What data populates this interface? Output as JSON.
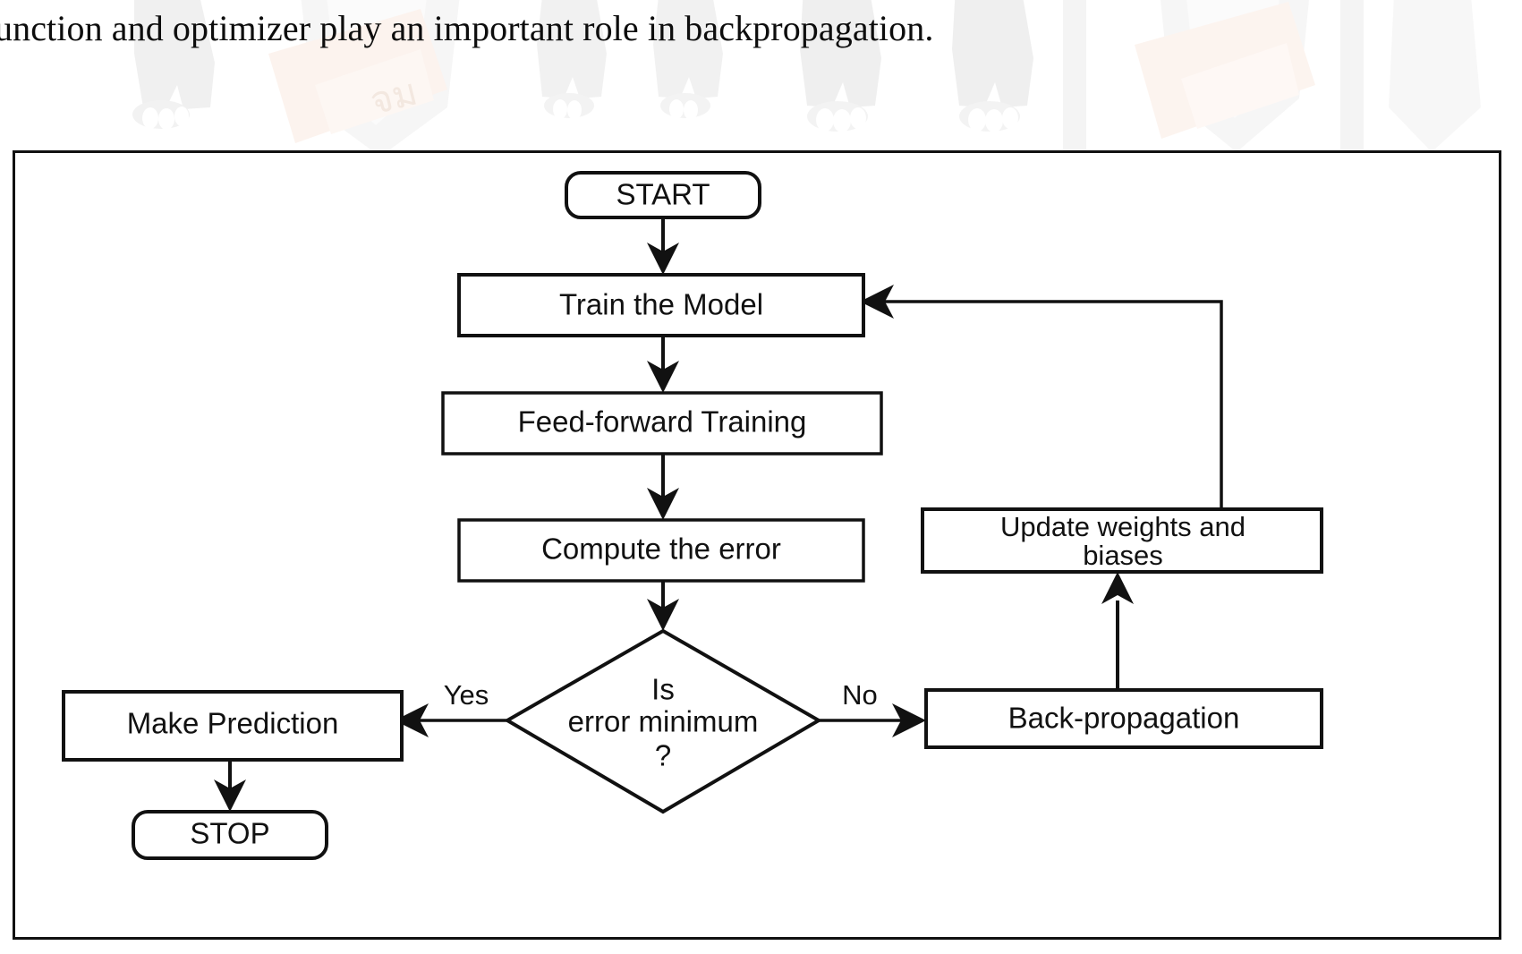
{
  "page": {
    "caption": "unction and optimizer play an important role in backpropagation."
  },
  "figure": {
    "title": "backpropagation-training-flowchart",
    "nodes": {
      "start": {
        "label": "START",
        "shape": "rounded-terminator"
      },
      "train": {
        "label": "Train the Model",
        "shape": "process"
      },
      "feedforward": {
        "label": "Feed-forward Training",
        "shape": "process"
      },
      "compute_error": {
        "label": "Compute the error",
        "shape": "process"
      },
      "decision_line1": "Is",
      "decision_line2": "error minimum",
      "decision_line3": "?",
      "make_prediction": {
        "label": "Make Prediction",
        "shape": "process"
      },
      "stop": {
        "label": "STOP",
        "shape": "rounded-terminator"
      },
      "backprop": {
        "label": "Back-propagation",
        "shape": "process"
      },
      "update_line1": "Update weights and",
      "update_line2": "biases"
    },
    "edge_labels": {
      "yes": "Yes",
      "no": "No"
    },
    "colors": {
      "stroke": "#111111",
      "fill": "#ffffff",
      "text": "#111111"
    }
  },
  "chart_data": {
    "type": "diagram",
    "title": "Backpropagation training flowchart",
    "nodes": [
      {
        "id": "start",
        "label": "START",
        "shape": "terminator"
      },
      {
        "id": "train",
        "label": "Train the Model",
        "shape": "process"
      },
      {
        "id": "feedforward",
        "label": "Feed-forward Training",
        "shape": "process"
      },
      {
        "id": "compute_error",
        "label": "Compute the error",
        "shape": "process"
      },
      {
        "id": "decision",
        "label": "Is error minimum ?",
        "shape": "decision"
      },
      {
        "id": "make_prediction",
        "label": "Make Prediction",
        "shape": "process"
      },
      {
        "id": "stop",
        "label": "STOP",
        "shape": "terminator"
      },
      {
        "id": "backprop",
        "label": "Back-propagation",
        "shape": "process"
      },
      {
        "id": "update",
        "label": "Update weights and biases",
        "shape": "process"
      }
    ],
    "edges": [
      {
        "from": "start",
        "to": "train",
        "label": ""
      },
      {
        "from": "train",
        "to": "feedforward",
        "label": ""
      },
      {
        "from": "feedforward",
        "to": "compute_error",
        "label": ""
      },
      {
        "from": "compute_error",
        "to": "decision",
        "label": ""
      },
      {
        "from": "decision",
        "to": "make_prediction",
        "label": "Yes"
      },
      {
        "from": "decision",
        "to": "backprop",
        "label": "No"
      },
      {
        "from": "make_prediction",
        "to": "stop",
        "label": ""
      },
      {
        "from": "backprop",
        "to": "update",
        "label": ""
      },
      {
        "from": "update",
        "to": "train",
        "label": ""
      }
    ]
  }
}
